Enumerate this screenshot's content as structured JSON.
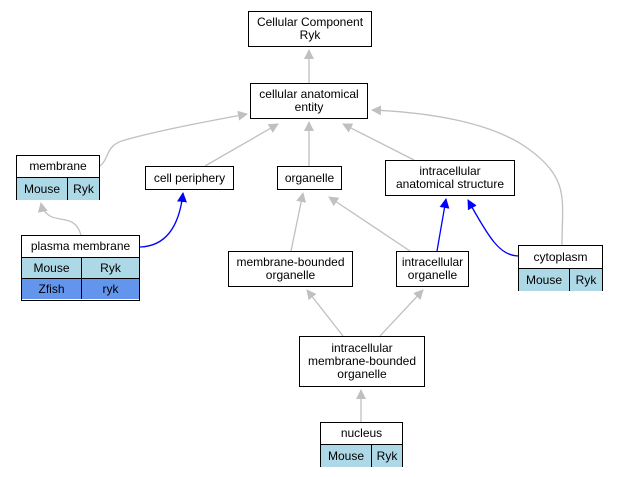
{
  "nodes": {
    "root": {
      "label": "Cellular Component\nRyk"
    },
    "cae": {
      "label": "cellular anatomical\nentity"
    },
    "membrane": {
      "label": "membrane",
      "rows": [
        [
          "Mouse",
          "Ryk"
        ]
      ]
    },
    "cell_periphery": {
      "label": "cell periphery"
    },
    "organelle": {
      "label": "organelle"
    },
    "ias": {
      "label": "intracellular\nanatomical structure"
    },
    "plasma_membrane": {
      "label": "plasma membrane",
      "rows": [
        [
          "Mouse",
          "Ryk"
        ],
        [
          "Zfish",
          "ryk"
        ]
      ]
    },
    "mbo": {
      "label": "membrane-bounded\norganelle"
    },
    "io": {
      "label": "intracellular\norganelle"
    },
    "cytoplasm": {
      "label": "cytoplasm",
      "rows": [
        [
          "Mouse",
          "Ryk"
        ]
      ]
    },
    "imbo": {
      "label": "intracellular\nmembrane-bounded\norganelle"
    },
    "nucleus": {
      "label": "nucleus",
      "rows": [
        [
          "Mouse",
          "Ryk"
        ]
      ]
    }
  },
  "colors": {
    "mouse": "#add8e6",
    "zfish": "#6495ed",
    "is_a_edge": "#c0c0c0",
    "part_of_edge": "#0000ff"
  },
  "edges": [
    {
      "from": "cae",
      "to": "root",
      "type": "is_a"
    },
    {
      "from": "membrane",
      "to": "cae",
      "type": "is_a"
    },
    {
      "from": "cell_periphery",
      "to": "cae",
      "type": "is_a"
    },
    {
      "from": "organelle",
      "to": "cae",
      "type": "is_a"
    },
    {
      "from": "ias",
      "to": "cae",
      "type": "is_a"
    },
    {
      "from": "cytoplasm",
      "to": "cae",
      "type": "is_a"
    },
    {
      "from": "plasma_membrane",
      "to": "membrane",
      "type": "is_a"
    },
    {
      "from": "plasma_membrane",
      "to": "cell_periphery",
      "type": "part_of"
    },
    {
      "from": "mbo",
      "to": "organelle",
      "type": "is_a"
    },
    {
      "from": "io",
      "to": "organelle",
      "type": "is_a"
    },
    {
      "from": "io",
      "to": "ias",
      "type": "part_of"
    },
    {
      "from": "cytoplasm",
      "to": "ias",
      "type": "part_of"
    },
    {
      "from": "imbo",
      "to": "mbo",
      "type": "is_a"
    },
    {
      "from": "imbo",
      "to": "io",
      "type": "is_a"
    },
    {
      "from": "nucleus",
      "to": "imbo",
      "type": "is_a"
    }
  ]
}
